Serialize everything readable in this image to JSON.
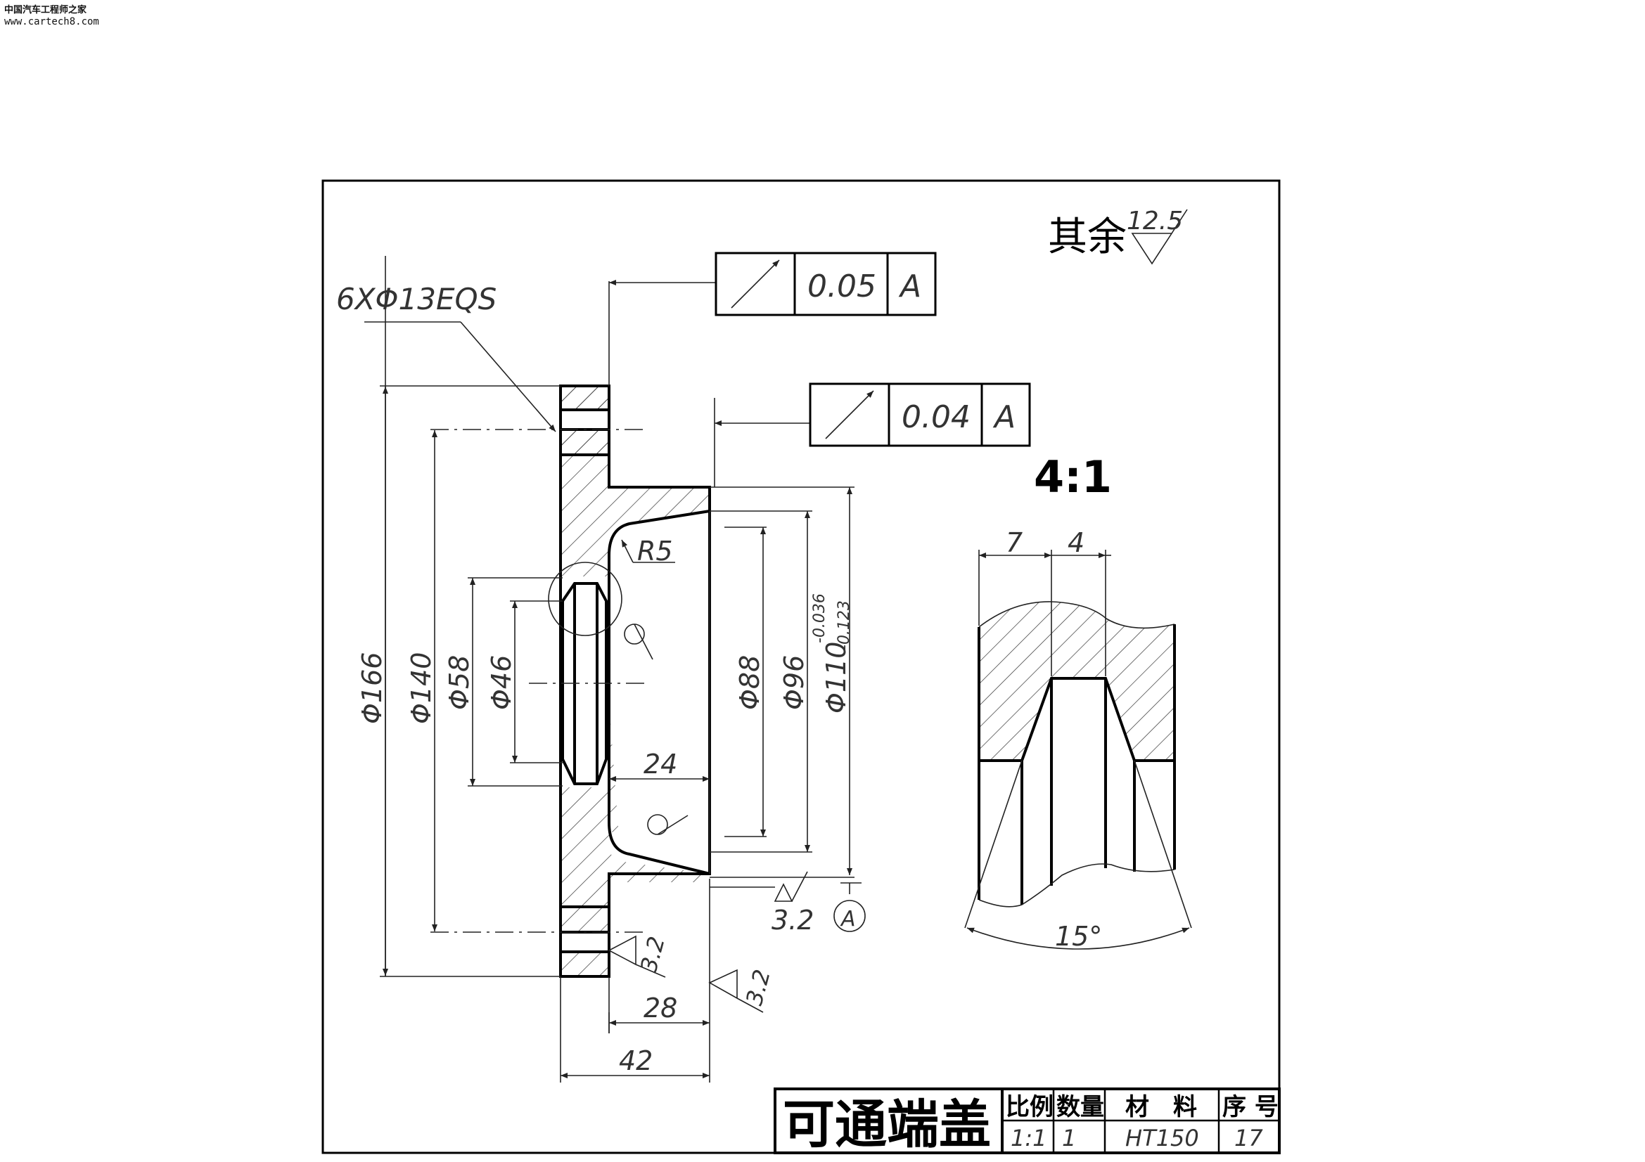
{
  "watermark": {
    "title": "中国汽车工程师之家",
    "url": "www.cartech8.com"
  },
  "roughness_note": {
    "prefix": "其余",
    "value": "12.5"
  },
  "fcf1": {
    "tolerance": "0.05",
    "datum": "A"
  },
  "fcf2": {
    "tolerance": "0.04",
    "datum": "A"
  },
  "scale_detail": "4:1",
  "dims": {
    "holes": "6XΦ13EQS",
    "d166": "Φ166",
    "d140": "Φ140",
    "d58": "Φ58",
    "d46": "Φ46",
    "d88": "Φ88",
    "d96": "Φ96",
    "d110": "Φ110",
    "d110_upper": "-0.036",
    "d110_lower": "-0.123",
    "r5": "R5",
    "l24": "24",
    "l28": "28",
    "l42": "42",
    "rough1": "3.2",
    "rough2": "3.2",
    "rough3": "3.2",
    "datum_label": "A",
    "detail_7": "7",
    "detail_4": "4",
    "detail_angle": "15°"
  },
  "title_block": {
    "part_name": "可通端盖",
    "h_scale": "比例",
    "h_qty": "数量",
    "h_material": "材　料",
    "h_seq": "序 号",
    "v_scale": "1:1",
    "v_qty": "1",
    "v_material": "HT150",
    "v_seq": "17"
  }
}
